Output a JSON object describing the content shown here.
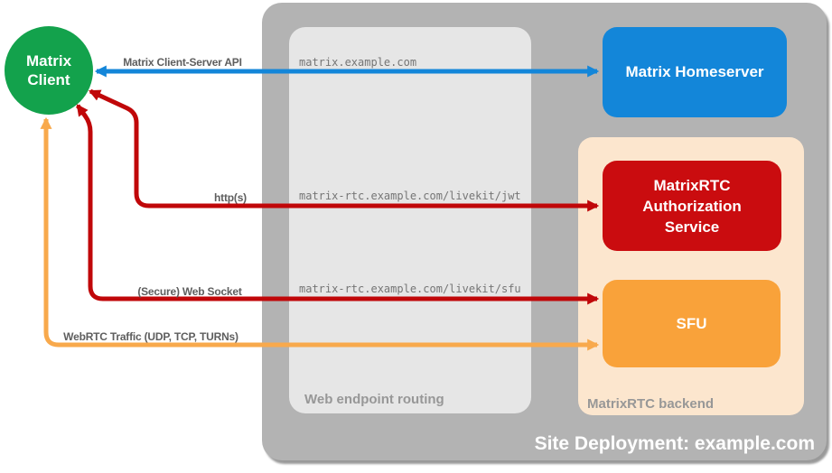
{
  "diagram": {
    "title": "Site Deployment: example.com",
    "client": {
      "label": "Matrix\nClient"
    },
    "containers": {
      "web_endpoint_routing": "Web endpoint routing",
      "matrixrtc_backend": "MatrixRTC backend"
    },
    "nodes": {
      "homeserver": "Matrix Homeserver",
      "auth_service": "MatrixRTC\nAuthorization\nService",
      "sfu": "SFU"
    },
    "endpoints": {
      "homeserver": "matrix.example.com",
      "jwt": "matrix-rtc.example.com/livekit/jwt",
      "sfu": "matrix-rtc.example.com/livekit/sfu"
    },
    "arrows": {
      "client_server_api": "Matrix Client-Server API",
      "https": "http(s)",
      "websocket": "(Secure) Web Socket",
      "webrtc": "WebRTC Traffic (UDP, TCP, TURNs)"
    },
    "colors": {
      "green": "#13a24c",
      "blue": "#1386d9",
      "red_box": "#ca0c0f",
      "red_arrow": "#c00709",
      "orange_box": "#f9a23a",
      "orange_arrow": "#f8a94c",
      "outer_gray": "#b3b3b3",
      "inner_gray": "#e6e6e6",
      "peach": "#fce6ce"
    }
  }
}
